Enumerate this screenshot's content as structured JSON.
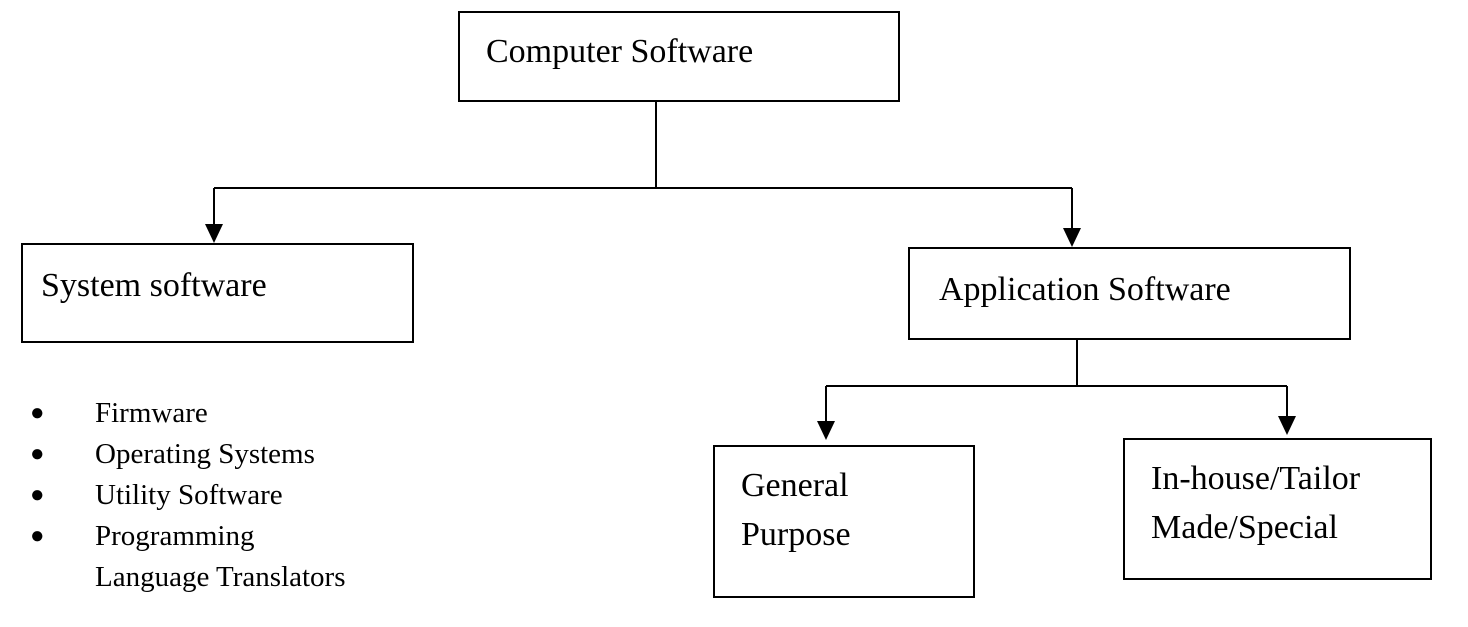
{
  "root": {
    "label": "Computer Software"
  },
  "system_software": {
    "label": "System software",
    "items": [
      "Firmware",
      "Operating Systems",
      "Utility Software",
      "Programming Language Translators"
    ]
  },
  "application_software": {
    "label": "Application Software",
    "children": [
      {
        "label": "General\nPurpose"
      },
      {
        "label": "In-house/Tailor\nMade/Special"
      }
    ]
  },
  "colors": {
    "line": "#000000",
    "text": "#000000",
    "background": "#ffffff"
  },
  "icons": {
    "bullet": "bullet-icon",
    "arrow": "arrow-down-icon"
  }
}
